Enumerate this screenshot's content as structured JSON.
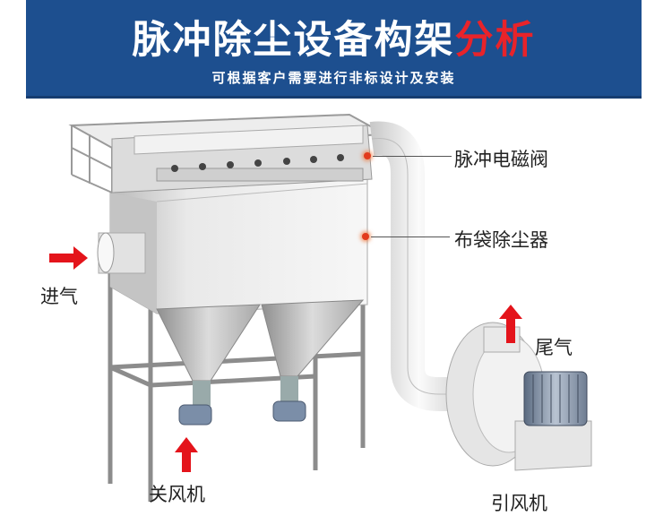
{
  "banner": {
    "title_main": "脉冲除尘设备构架",
    "title_highlight": "分析",
    "subtitle": "可根据客户需要进行非标设计及安装"
  },
  "labels": {
    "pulse_valve": "脉冲电磁阀",
    "bag_filter": "布袋除尘器",
    "inlet": "进气",
    "exhaust": "尾气",
    "airlock": "关风机",
    "fan": "引风机"
  },
  "colors": {
    "banner_bg": "#1d4f8f",
    "highlight": "#e8232a",
    "arrow": "#e4141b"
  }
}
